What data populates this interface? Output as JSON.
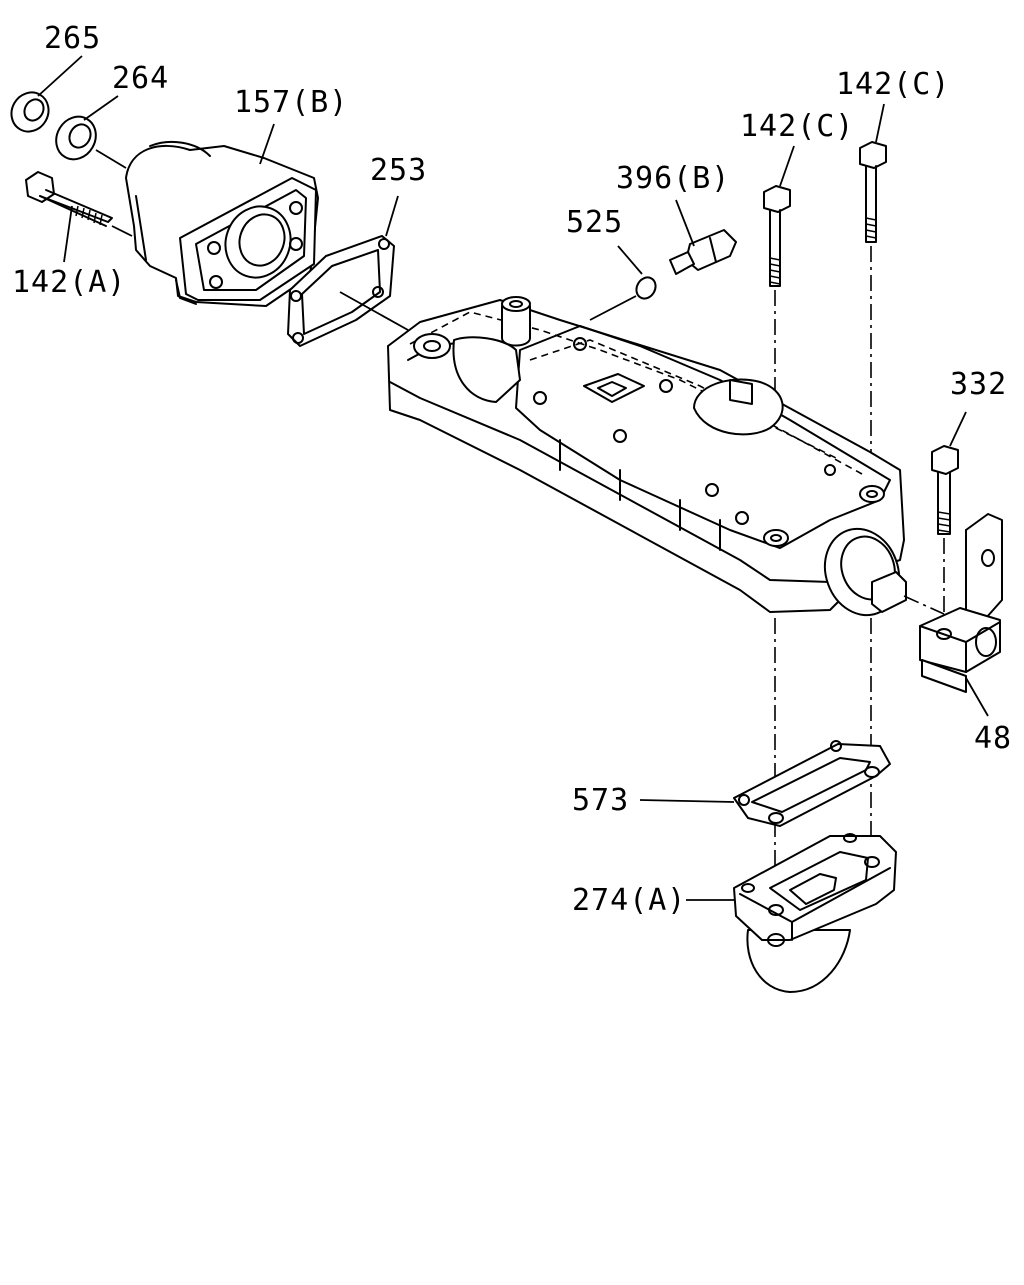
{
  "callouts": {
    "p265": "265",
    "p264": "264",
    "p157b": "157(B)",
    "p142a": "142(A)",
    "p253": "253",
    "p525": "525",
    "p396b": "396(B)",
    "p142c_left": "142(C)",
    "p142c_right": "142(C)",
    "p332": "332",
    "p48": "48",
    "p573": "573",
    "p274a": "274(A)"
  }
}
